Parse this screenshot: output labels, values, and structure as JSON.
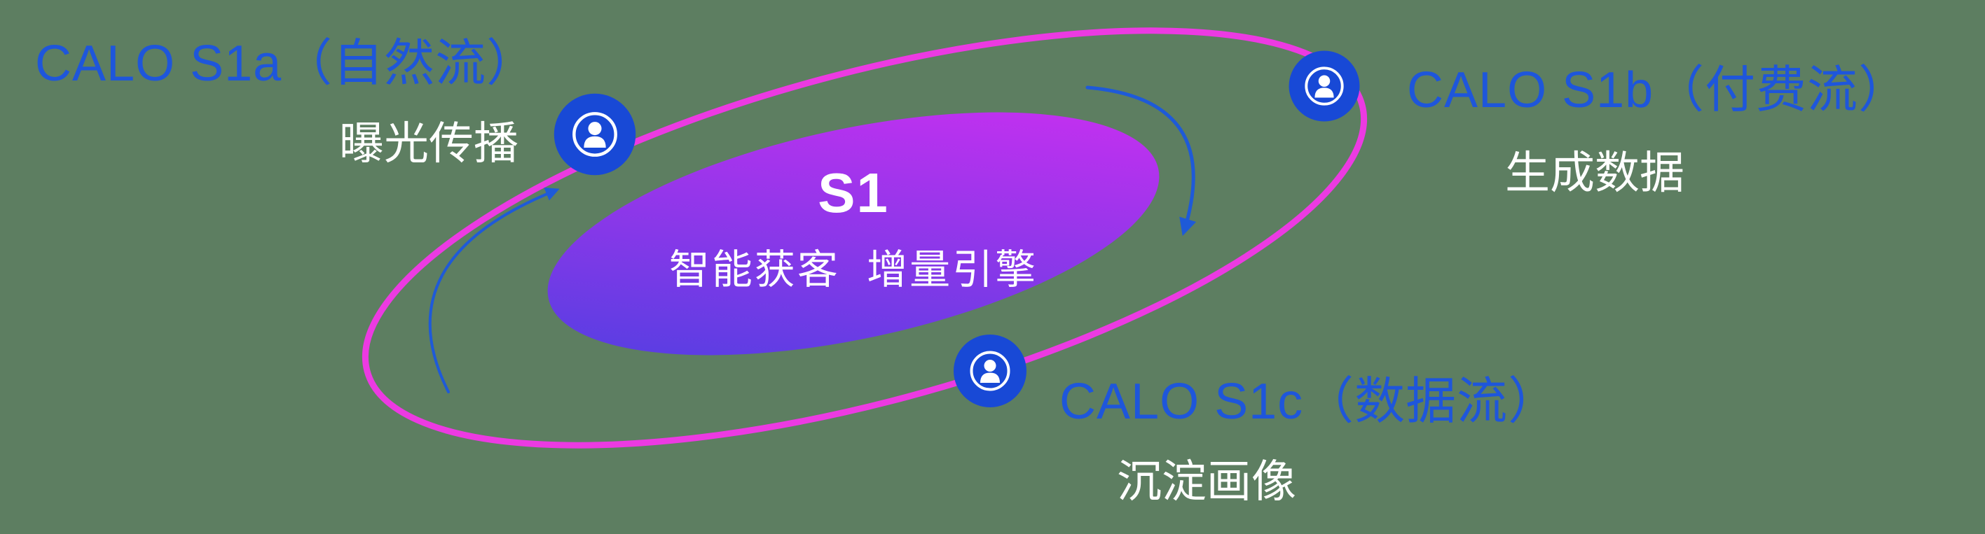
{
  "diagram": {
    "center": {
      "title": "S1",
      "subtitle": "智能获客  增量引擎"
    },
    "nodes": [
      {
        "id": "calo-s1a",
        "label": "CALO S1a（自然流）",
        "sublabel": "曝光传播",
        "icon": "person-icon"
      },
      {
        "id": "calo-s1b",
        "label": "CALO S1b（付费流）",
        "sublabel": "生成数据",
        "icon": "person-icon"
      },
      {
        "id": "calo-s1c",
        "label": "CALO S1c（数据流）",
        "sublabel": "沉淀画像",
        "icon": "person-icon"
      }
    ]
  },
  "colors": {
    "background": "#5d7e61",
    "orbit-ring": "#ec3ae2",
    "label-blue": "#1e56db",
    "node-blue": "#1849d6",
    "arrow-blue": "#1e5ad8",
    "text-white": "#ffffff",
    "core-gradient-start": "#4840e0",
    "core-gradient-end": "#d42ef2"
  }
}
